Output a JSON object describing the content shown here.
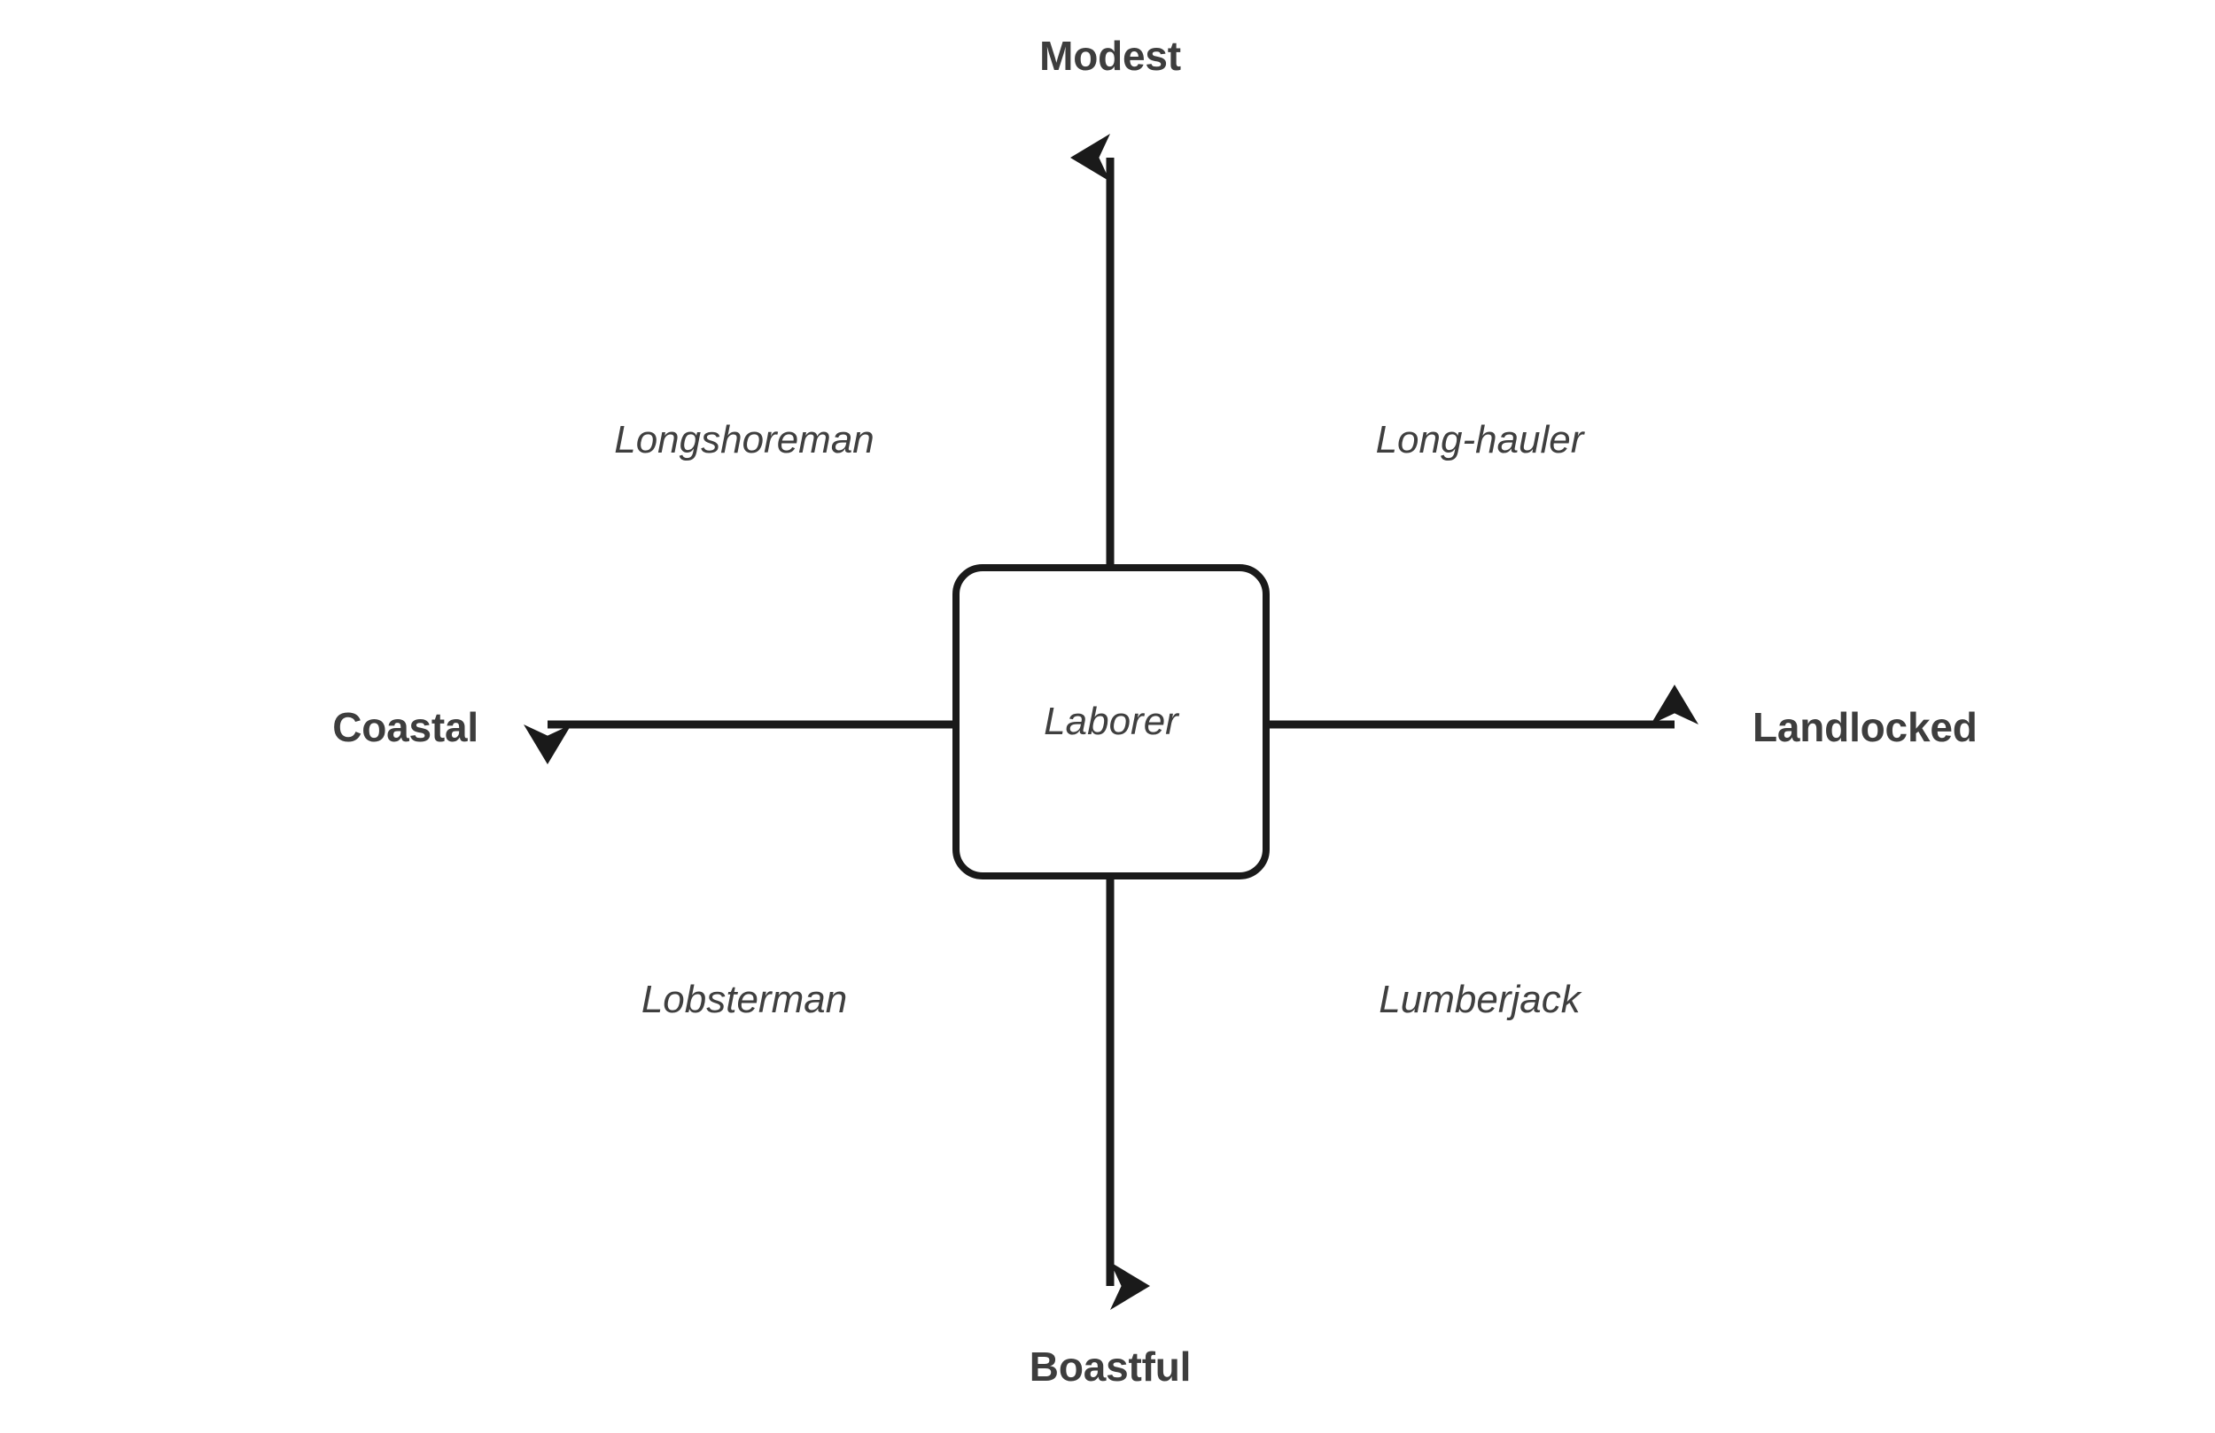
{
  "diagram": {
    "type": "quadrant-axis-diagram",
    "background_color": "#ffffff",
    "axis_color": "#1a1a1a",
    "label_color": "#3d3d3d",
    "center": {
      "label": "Laborer",
      "shape": "rounded-rectangle"
    },
    "axes": {
      "vertical": {
        "top_label": "Modest",
        "bottom_label": "Boastful"
      },
      "horizontal": {
        "left_label": "Coastal",
        "right_label": "Landlocked"
      }
    },
    "quadrants": [
      {
        "position": "top-left",
        "label": "Longshoreman",
        "vertical_pole": "Modest",
        "horizontal_pole": "Coastal"
      },
      {
        "position": "top-right",
        "label": "Long-hauler",
        "vertical_pole": "Modest",
        "horizontal_pole": "Landlocked"
      },
      {
        "position": "bottom-left",
        "label": "Lobsterman",
        "vertical_pole": "Boastful",
        "horizontal_pole": "Coastal"
      },
      {
        "position": "bottom-right",
        "label": "Lumberjack",
        "vertical_pole": "Boastful",
        "horizontal_pole": "Landlocked"
      }
    ]
  }
}
